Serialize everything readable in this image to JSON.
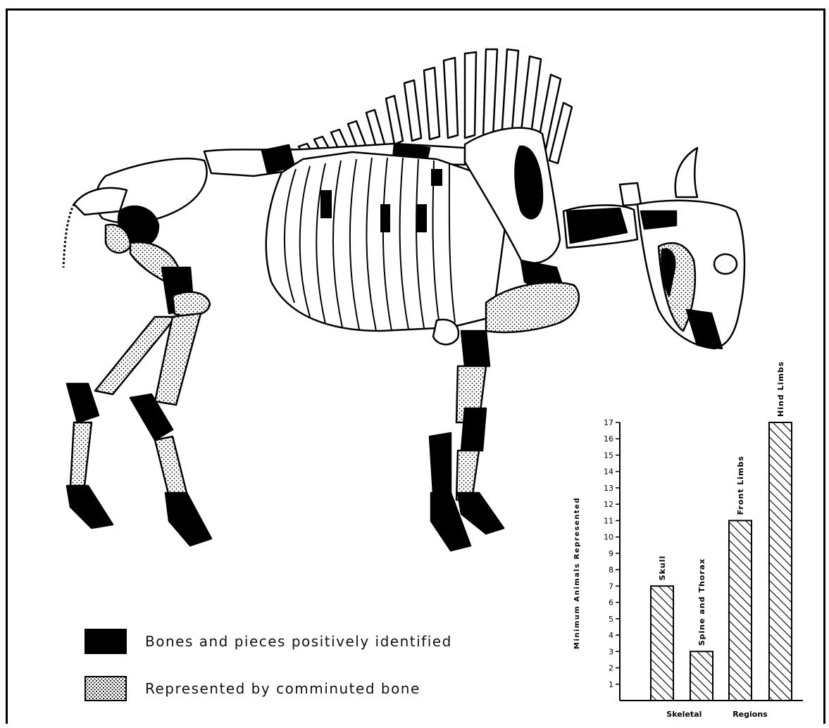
{
  "legend": {
    "identified": "Bones and pieces positively identified",
    "comminuted": "Represented by comminuted bone"
  },
  "chart_data": {
    "type": "bar",
    "categories": [
      "Skull",
      "Spine and Thorax",
      "Front Limbs",
      "Hind Limbs"
    ],
    "values": [
      7,
      3,
      11,
      17
    ],
    "ylabel": "Minimum Animals Represented",
    "xlabel": "Skeletal Regions",
    "ylim": [
      0,
      17
    ],
    "yticks": [
      "1",
      "2",
      "3",
      "4",
      "5",
      "6",
      "7",
      "8",
      "9",
      "10",
      "11",
      "12",
      "13",
      "14",
      "15",
      "16",
      "17"
    ],
    "bar_fill": "diagonal-hatch",
    "grid": false
  },
  "colors": {
    "ink": "#000000",
    "paper": "#ffffff"
  }
}
